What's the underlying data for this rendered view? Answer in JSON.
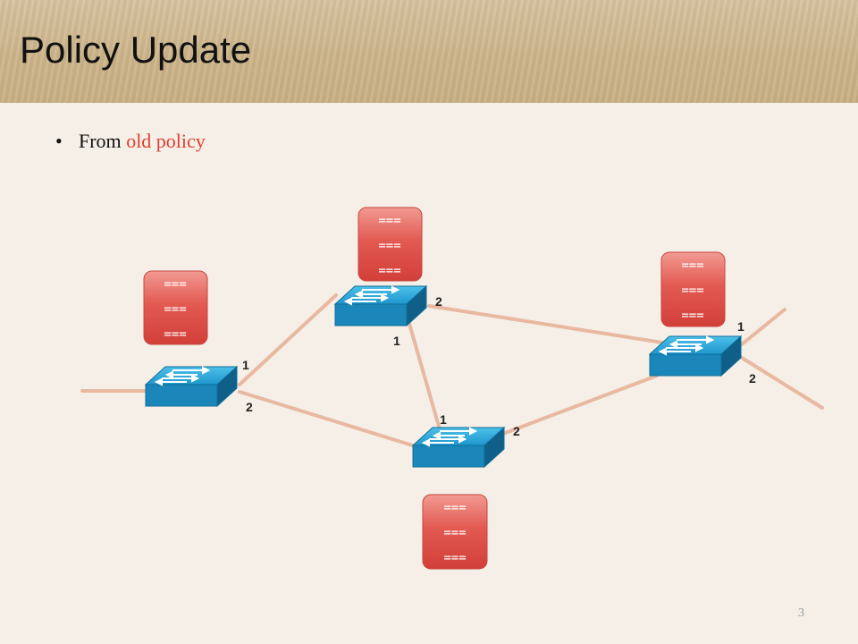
{
  "slide": {
    "title": "Policy Update",
    "bullet_prefix": "From ",
    "bullet_emphasis": "old policy",
    "page_number": "3"
  },
  "colors": {
    "emphasis": "#e03c31",
    "link": "#e8b8a0",
    "switch_top": "#2aa7d8",
    "switch_side": "#1377a6",
    "rule_table": "#e0504a"
  },
  "rule_tables": [
    {
      "id": "rule-table-left",
      "lines": [
        "===",
        "===",
        "==="
      ]
    },
    {
      "id": "rule-table-top",
      "lines": [
        "===",
        "===",
        "==="
      ]
    },
    {
      "id": "rule-table-right",
      "lines": [
        "===",
        "===",
        "==="
      ]
    },
    {
      "id": "rule-table-bottom",
      "lines": [
        "===",
        "===",
        "==="
      ]
    }
  ],
  "port_labels": [
    "1",
    "2",
    "2",
    "1",
    "1",
    "2",
    "1",
    "2"
  ]
}
